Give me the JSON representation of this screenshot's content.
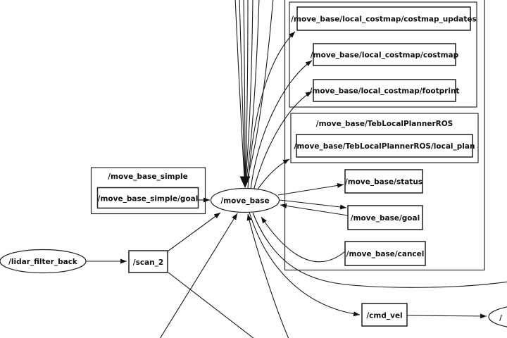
{
  "colors": {
    "background": "#ffffff",
    "stroke": "#1a1a1a",
    "node_fill": "#ffffff",
    "text": "#111111"
  },
  "clusters": {
    "move_base_simple": {
      "label": "/move_base_simple"
    },
    "teb_local_planner": {
      "label": "/move_base/TebLocalPlannerROS"
    }
  },
  "nodes": {
    "lidar_filter_back": {
      "label": "/lidar_filter_back",
      "type": "ellipse"
    },
    "scan_2": {
      "label": "/scan_2",
      "type": "box"
    },
    "move_base_simple_goal": {
      "label": "/move_base_simple/goal",
      "type": "box"
    },
    "move_base": {
      "label": "/move_base",
      "type": "ellipse"
    },
    "costmap_updates": {
      "label": "/move_base/local_costmap/costmap_updates",
      "type": "box"
    },
    "costmap": {
      "label": "/move_base/local_costmap/costmap",
      "type": "box"
    },
    "footprint": {
      "label": "/move_base/local_costmap/footprint",
      "type": "box"
    },
    "local_plan": {
      "label": "/move_base/TebLocalPlannerROS/local_plan",
      "type": "box"
    },
    "status": {
      "label": "/move_base/status",
      "type": "box"
    },
    "goal": {
      "label": "/move_base/goal",
      "type": "box"
    },
    "cancel": {
      "label": "/move_base/cancel",
      "type": "box"
    },
    "cmd_vel": {
      "label": "/cmd_vel",
      "type": "box"
    },
    "right_partial_node": {
      "label": "/",
      "type": "ellipse"
    }
  }
}
